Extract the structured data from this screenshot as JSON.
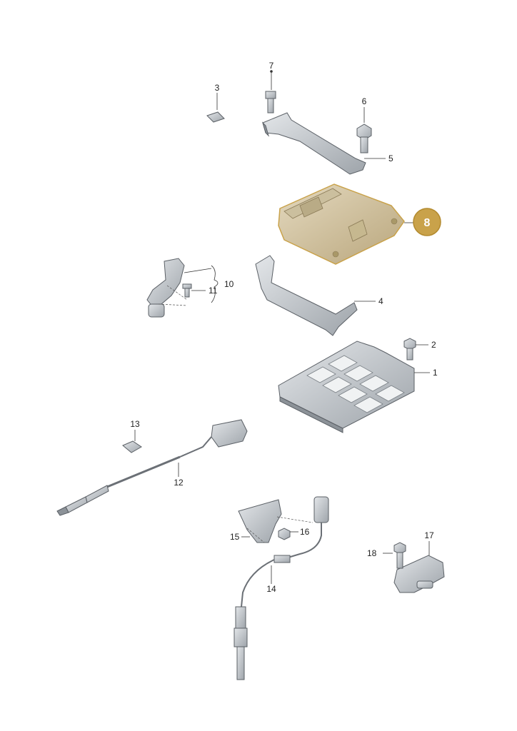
{
  "callouts": {
    "c1": "1",
    "c2": "2",
    "c3": "3",
    "c4": "4",
    "c5": "5",
    "c6": "6",
    "c7": "7",
    "c10": "10",
    "c11": "11",
    "c12": "12",
    "c13": "13",
    "c14": "14",
    "c15": "15",
    "c16": "16",
    "c17": "17",
    "c18": "18"
  },
  "highlight": {
    "label": "8",
    "color": "#c9a24a"
  },
  "colors": {
    "part_fill": "#c9ccd0",
    "part_dark": "#9aa0a6",
    "highlight_fill": "#d8c9a4",
    "highlight_stroke": "#c9a24a"
  }
}
